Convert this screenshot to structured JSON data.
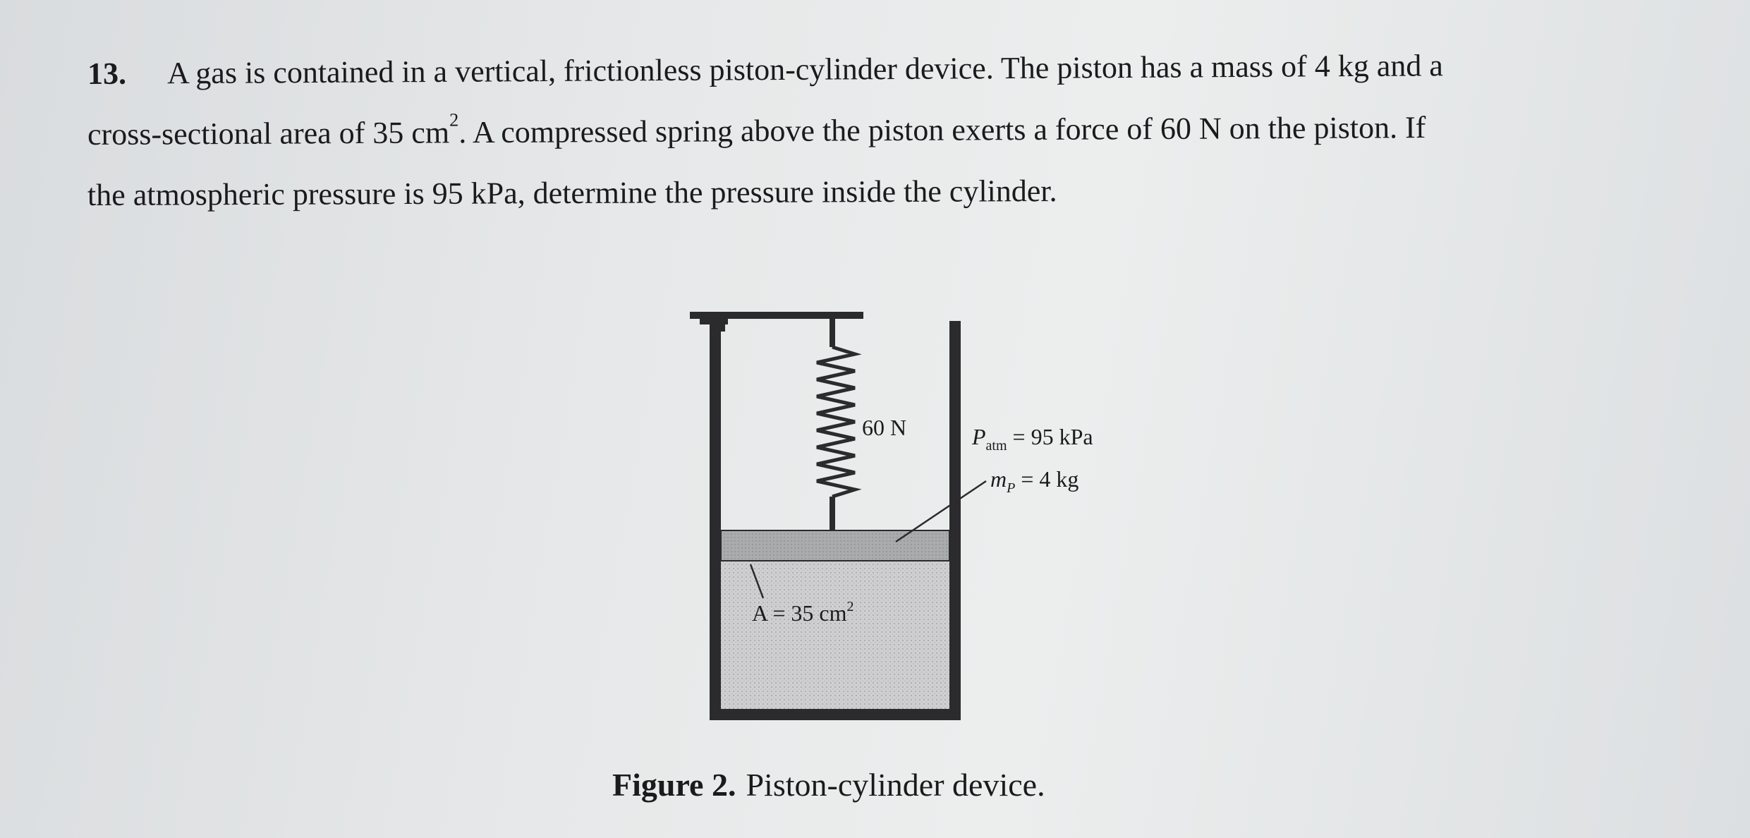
{
  "problem": {
    "number": "13.",
    "line1": "A gas is contained in a vertical, frictionless piston-cylinder device. The piston has a mass of 4 kg and a",
    "line2_pre": "cross-sectional area of 35 cm",
    "line2_sup": "2",
    "line2_post": ". A compressed  spring above the piston exerts  a force of 60 N on the piston. If",
    "line3": "the atmospheric pressure is 95 kPa, determine the pressure inside the cylinder."
  },
  "figure": {
    "spring_force": "60 N",
    "patm_symbol": "P",
    "patm_sub": "atm",
    "patm_value": " = 95 kPa",
    "mp_symbol": "m",
    "mp_sub": "P",
    "mp_value": " = 4 kg",
    "area_label": "A = 35 cm",
    "area_sup": "2"
  },
  "caption": {
    "label": "Figure 2.",
    "text": "Piston-cylinder device."
  },
  "colors": {
    "ink": "#1b1b1d",
    "gas_fill": "#cfcfd1",
    "piston_fill": "#a9abad"
  }
}
